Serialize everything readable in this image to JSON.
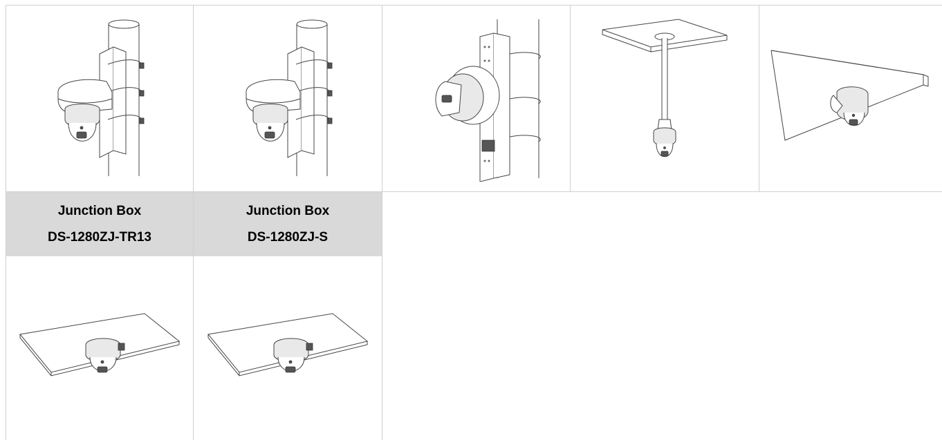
{
  "accessories": [
    {
      "name": "Junction Box",
      "model": "DS-1280ZJ-TR13",
      "icon": "pole-mount-junction-box-camera"
    },
    {
      "name": "Junction Box",
      "model": "DS-1280ZJ-S",
      "icon": "pole-mount-junction-box-camera"
    }
  ],
  "colors": {
    "label_background": "#d9d9d9",
    "grid_border": "#d0d0d0"
  }
}
